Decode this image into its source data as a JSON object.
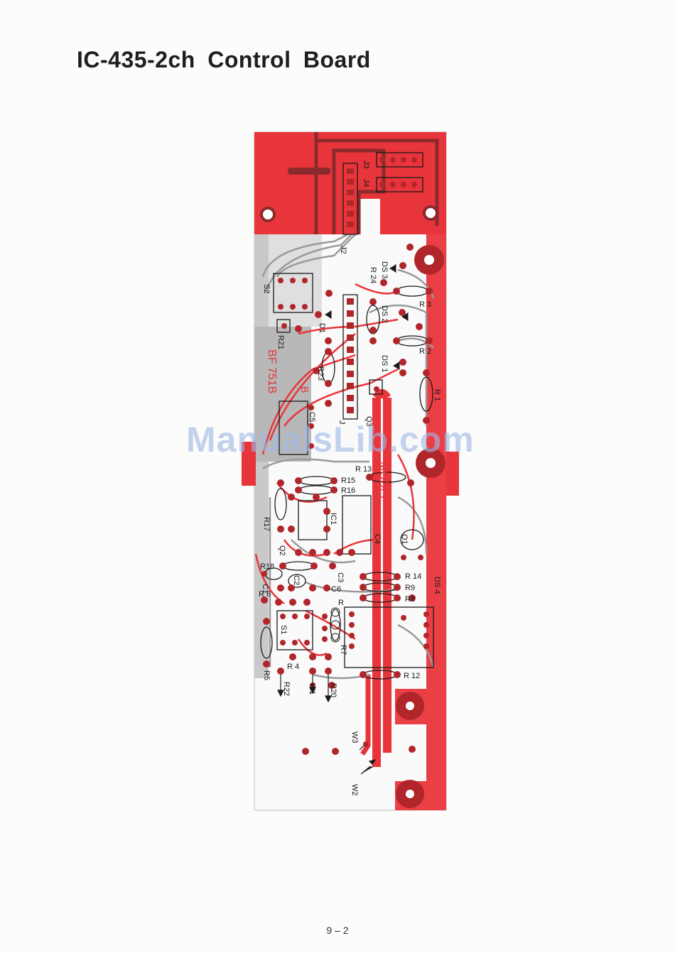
{
  "title": "IC-435-2ch  Control  Board",
  "page_number": "9 – 2",
  "watermark": "ManualsLib.com",
  "colors": {
    "copper": "#e8353b",
    "pad": "#b0262a",
    "trace_gray": "#9a9a9a",
    "board_gray": "#c8c8c8",
    "frame_dark": "#8a2a2c"
  },
  "labels": {
    "j3": "J3",
    "j4": "J4",
    "j2": "J2",
    "j1": "J",
    "s2": "S2",
    "s1": "S1",
    "ds3": "DS 3",
    "ds2": "DS 2",
    "ds1": "DS 1",
    "ds4": "DS 4",
    "d1": "D1",
    "r1": "R 1",
    "r2": "R 2",
    "r3": "R 3",
    "r4": "R 4",
    "r5": "R5",
    "r6": "R 6",
    "r7": "R7",
    "r8": "R8",
    "r9": "R9",
    "r12": "R 12",
    "r13": "R 13",
    "r14": "R 14",
    "r15": "R15",
    "r16": "R16",
    "r17": "R17",
    "r18": "R18",
    "r20": "R20",
    "r21": "R21",
    "r22": "R22",
    "r23": "R23",
    "r24": "R 24",
    "r_small": "R",
    "c1": "C1",
    "c2": "C2",
    "c3": "C3",
    "c4": "C4",
    "c5": "C5",
    "c6": "C6",
    "q1": "Q1",
    "q2": "Q2",
    "q3": "Q3",
    "ic1": "IC1",
    "w1": "W1",
    "w2": "W2",
    "w3": "W3",
    "board_code": "BF 751B",
    "board_mark": "B",
    "model": "MODEL"
  }
}
